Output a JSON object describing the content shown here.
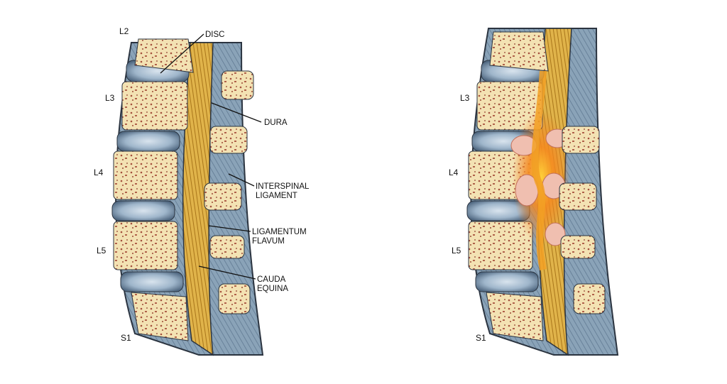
{
  "figure": {
    "panels": [
      {
        "id": "normal",
        "vertebra_labels": [
          "L2",
          "L3",
          "L4",
          "L5",
          "S1"
        ],
        "callouts": [
          {
            "lines": [
              "DISC"
            ]
          },
          {
            "lines": [
              "DURA"
            ]
          },
          {
            "lines": [
              "INTERSPINAL",
              "LIGAMENT"
            ]
          },
          {
            "lines": [
              "LIGAMENTUM",
              "FLAVUM"
            ]
          },
          {
            "lines": [
              "CAUDA",
              "EQUINA"
            ]
          }
        ]
      },
      {
        "id": "stenosis",
        "vertebra_labels": [
          "L3",
          "L4",
          "L5",
          "S1"
        ]
      }
    ],
    "colors": {
      "bone": "#f3e2b3",
      "bone_spots": "#a4503c",
      "disc": "#9fb6cb",
      "ligament": "#7f9ab0",
      "nerve": "#d9a83a",
      "inflammation": "#f07a1e",
      "outline": "#2b3440"
    }
  }
}
